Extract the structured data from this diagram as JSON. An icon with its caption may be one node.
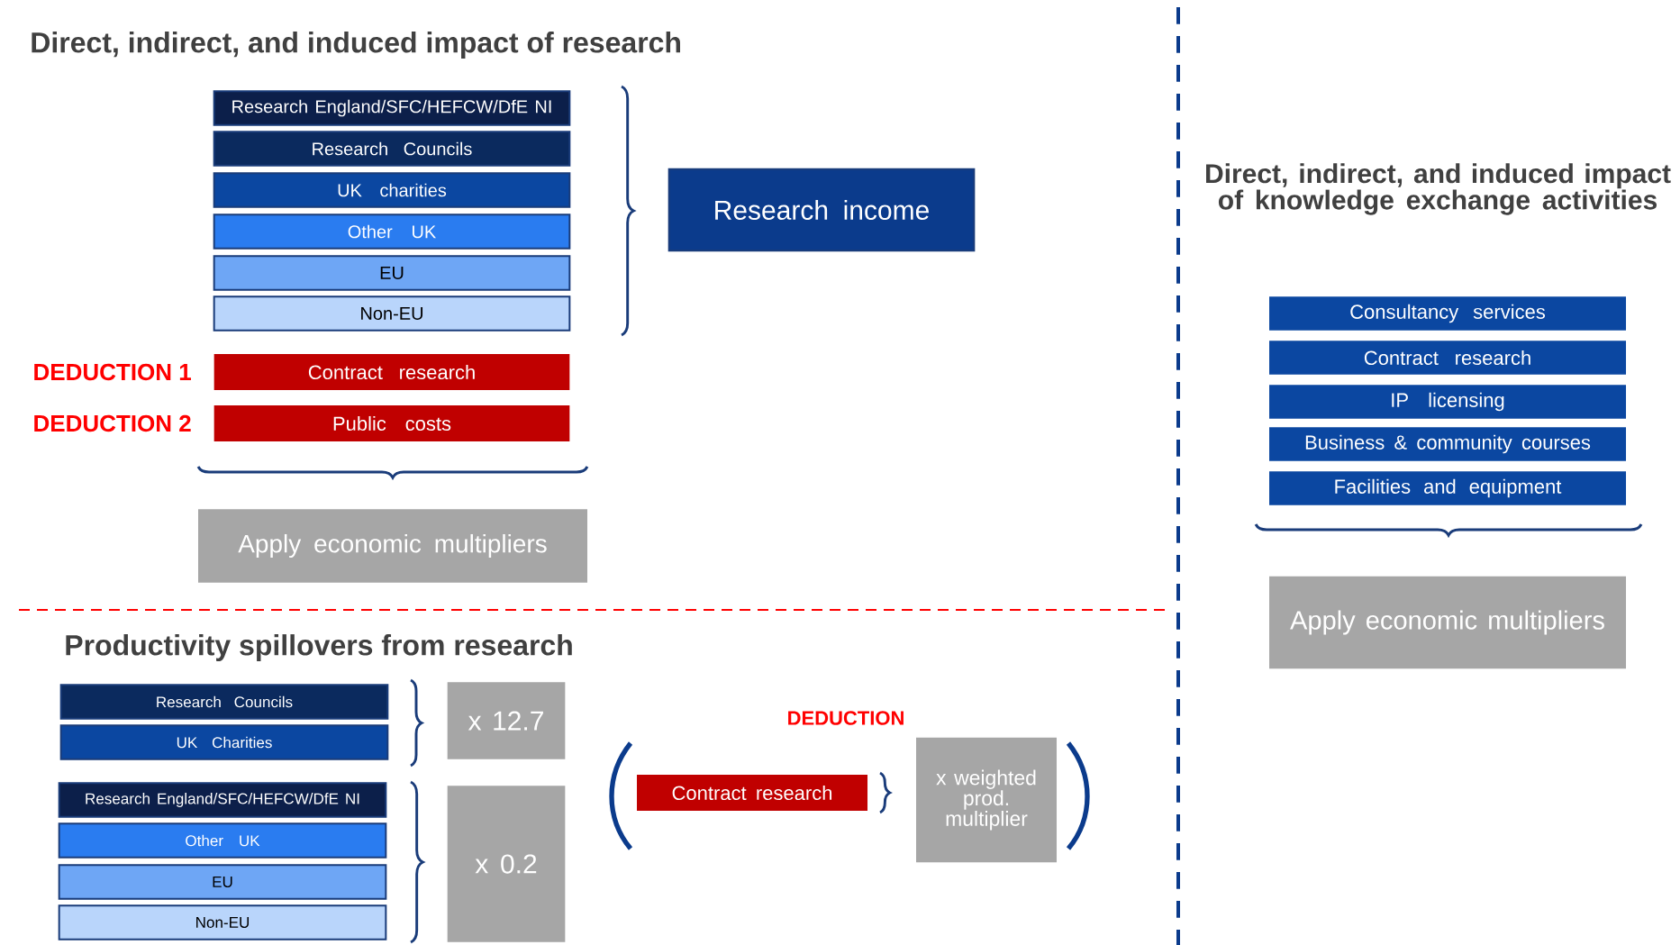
{
  "diagram": {
    "nodes": [
      {
        "text": [
          "Research England/SFC/HEFCW/DfE NI"
        ]
      },
      {
        "text": [
          "Research Councils"
        ]
      },
      {
        "text": [
          "UK charities"
        ]
      },
      {
        "text": [
          "Other UK"
        ]
      },
      {
        "text": [
          "EU"
        ]
      },
      {
        "text": [
          "Non-EU"
        ]
      },
      {
        "text": [
          "Contract research"
        ],
        "beside": [
          "DEDUCTION 1"
        ]
      },
      {
        "text": [
          "Public costs"
        ],
        "beside": [
          "DEDUCTION 2"
        ]
      },
      {
        "text": [
          "Research income"
        ]
      },
      {
        "text": [
          "Apply economic multipliers"
        ]
      },
      {
        "text": [
          "Consultancy services"
        ]
      },
      {
        "text": [
          "Contract research"
        ]
      },
      {
        "text": [
          "IP licensing"
        ]
      },
      {
        "text": [
          "Business & community courses"
        ]
      },
      {
        "text": [
          "Facilities and equipment"
        ]
      },
      {
        "text": [
          "Apply economic multipliers"
        ]
      },
      {
        "text": [
          "Research Councils"
        ]
      },
      {
        "text": [
          "UK Charities"
        ]
      },
      {
        "text": [
          "Research England/SFC/HEFCW/DfE NI"
        ]
      },
      {
        "text": [
          "Other UK"
        ]
      },
      {
        "text": [
          "EU"
        ]
      },
      {
        "text": [
          "Non-EU"
        ]
      },
      {
        "text": [
          "x 12.7"
        ]
      },
      {
        "text": [
          "x 0.2"
        ]
      },
      {
        "text": [
          "Contract research"
        ]
      },
      {
        "text": [
          "x weighted prod. multiplier"
        ]
      }
    ],
    "labels": [
      "Direct, indirect, and induced impact of research",
      "Direct, indirect, and induced impact of knowledge exchange activities",
      "Productivity spillovers from research",
      "DEDUCTION"
    ]
  }
}
